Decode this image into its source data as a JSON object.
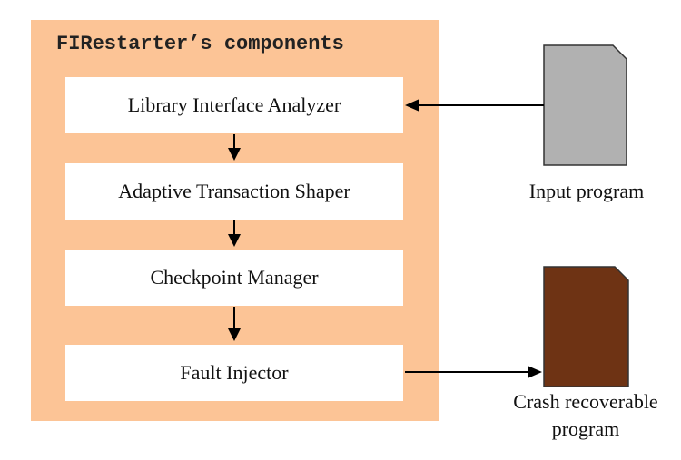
{
  "container": {
    "title": "FIRestarter’s components"
  },
  "components": [
    {
      "label": "Library Interface Analyzer"
    },
    {
      "label": "Adaptive Transaction Shaper"
    },
    {
      "label": "Checkpoint Manager"
    },
    {
      "label": "Fault Injector"
    }
  ],
  "input_doc": {
    "caption": "Input program",
    "color": "#b1b1b1",
    "icon": "document-icon"
  },
  "output_doc": {
    "caption_line1": "Crash recoverable",
    "caption_line2": "program",
    "color": "#6e3314",
    "icon": "document-icon"
  },
  "colors": {
    "container_bg": "#fcc496",
    "box_bg": "#ffffff",
    "arrow": "#000000"
  }
}
